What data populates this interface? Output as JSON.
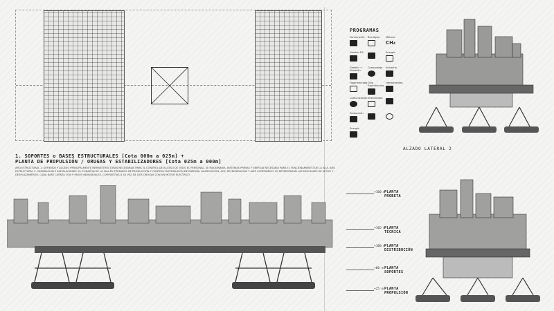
{
  "caption": {
    "title_line1": "1. SOPORTES o BASES ESTRUCTURALES [Cota 000m a 025m] +",
    "title_line2": "PLANTA DE PROPULSIÓN / ORUGAS Y ESTABILIZADORES [Cota 025m a 000m]",
    "body": "ARQ ESTRUCTURAL 1: DEFIENDE Y ACCESO PRINCIPALMENTE INFRAESTRUCTURAS NECESARIAS PARA EL CONTROL DE ACCESO DE TODO EL PERSONAL. SE MAQUINARIA, MATERIAS PRIMAS Y ENERGÍA NECESARIA PARA EL FUNCIONAMIENTO DE LA ISLA. ARQ ESTRUCTURAL 2: GENERACIÓN E INSTALACIONES: EL CORAZÓN DE LA ISLA EN TÉRMINOS DE PRODUCCIÓN Y CONTROL DISTRIBUCIÓN DE ENERGÍA, GASIFICACIÓN, ACS, REFRIGERACIÓN Y AIRE COMPRIMIDO. SE REPRESENTAN LAS DOS BASES DE APOYO Y DESPLAZAMIENTO, CADA BASE CUENTA CON 9 PASOS INDIVIDUALES, COMPUESTAS A SU VEZ DE DOS ORUGAS CON UN MOTOR ELÉCTRICO."
  },
  "legend": {
    "title": "PROGRAMAS",
    "items": [
      {
        "label": "Permanente",
        "icon": "house-icon"
      },
      {
        "label": "Bus Agua",
        "icon": "tap-icon"
      },
      {
        "label": "Metano",
        "icon": "ch4-icon",
        "text": "CH₄"
      },
      {
        "label": "Gestión RS",
        "icon": "recycle-icon"
      },
      {
        "label": "",
        "icon": "box-icon"
      },
      {
        "label": "Energía",
        "icon": "bolt-icon"
      },
      {
        "label": "Gestión + Almacén",
        "icon": "crate-icon"
      },
      {
        "label": "Compostaje",
        "icon": "leaf-icon"
      },
      {
        "label": "Industria",
        "icon": "gear-icon"
      },
      {
        "label": "Hipermercado",
        "icon": "cart-icon"
      },
      {
        "label": "Ocio Espectáculos",
        "icon": "mask-icon"
      },
      {
        "label": "Herramientas",
        "icon": "hammer-icon"
      },
      {
        "label": "Comunicación",
        "icon": "antenna-icon"
      },
      {
        "label": "Intercambio",
        "icon": "arrows-icon"
      },
      {
        "label": "",
        "icon": "dot-icon"
      },
      {
        "label": "Producción",
        "icon": "fish-icon"
      },
      {
        "label": "",
        "icon": "circle-icon"
      },
      {
        "label": "",
        "icon": "blank-icon"
      },
      {
        "label": "Energía",
        "icon": "flame-icon"
      }
    ]
  },
  "alzado": "ALZADO LATERAL 2",
  "levels": [
    {
      "height": "+160 m",
      "name": "PLANTA PROBETA"
    },
    {
      "height": "+105 m",
      "name": "PLANTA TÉCNICA"
    },
    {
      "height": "+100 m",
      "name": "PLANTA DISTRIBUCIÓN"
    },
    {
      "height": "+80 m",
      "name": "PLANTA SOPORTES"
    },
    {
      "height": "+25 m",
      "name": "PLANTA PROPULSIÓN"
    }
  ]
}
